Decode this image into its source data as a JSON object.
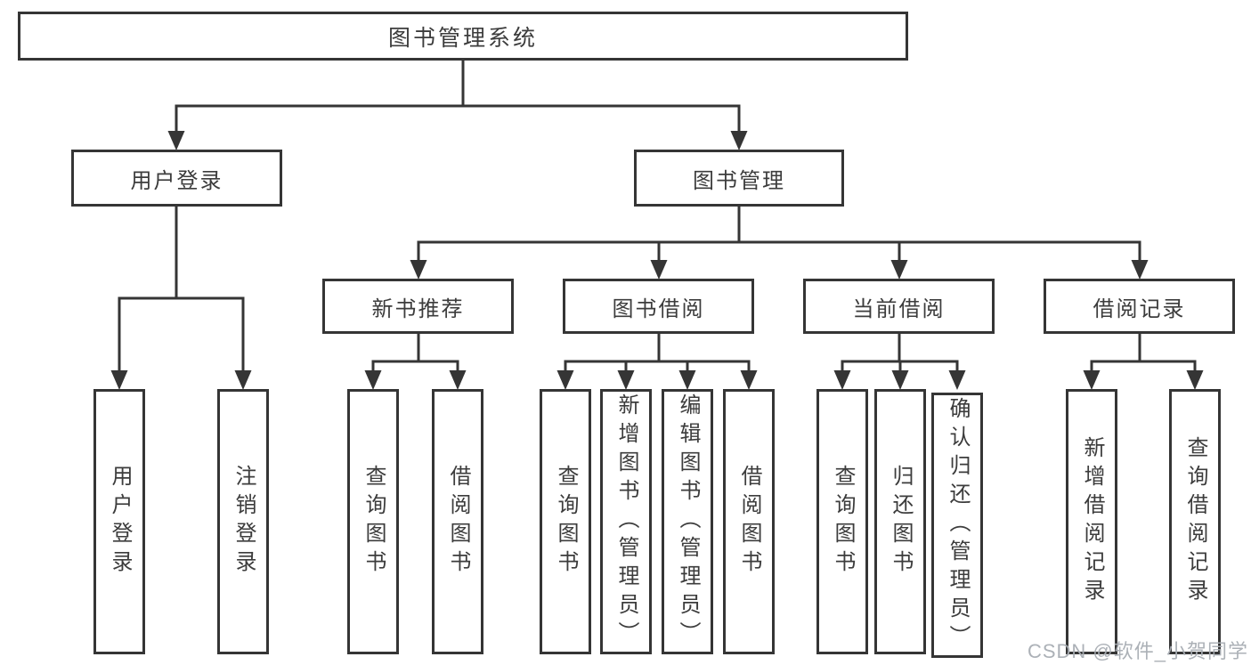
{
  "tree": {
    "root": {
      "label": "图书管理系统"
    },
    "level2": [
      {
        "label": "用户登录",
        "leaves": [
          "用户登录",
          "注销登录"
        ]
      },
      {
        "label": "图书管理",
        "groups": [
          {
            "label": "新书推荐",
            "leaves": [
              "查询图书",
              "借阅图书"
            ]
          },
          {
            "label": "图书借阅",
            "leaves": [
              "查询图书",
              "新增图书（管理员）",
              "编辑图书（管理员）",
              "借阅图书"
            ]
          },
          {
            "label": "当前借阅",
            "leaves": [
              "查询图书",
              "归还图书",
              "确认归还（管理员）"
            ]
          },
          {
            "label": "借阅记录",
            "leaves": [
              "新增借阅记录",
              "查询借阅记录"
            ]
          }
        ]
      }
    ]
  },
  "watermark": {
    "text": "CSDN @软件_小贺同学"
  },
  "colors": {
    "line": "#353535",
    "text": "#3c3c3c",
    "background": "#ffffff",
    "watermark": "#a8adb3"
  }
}
